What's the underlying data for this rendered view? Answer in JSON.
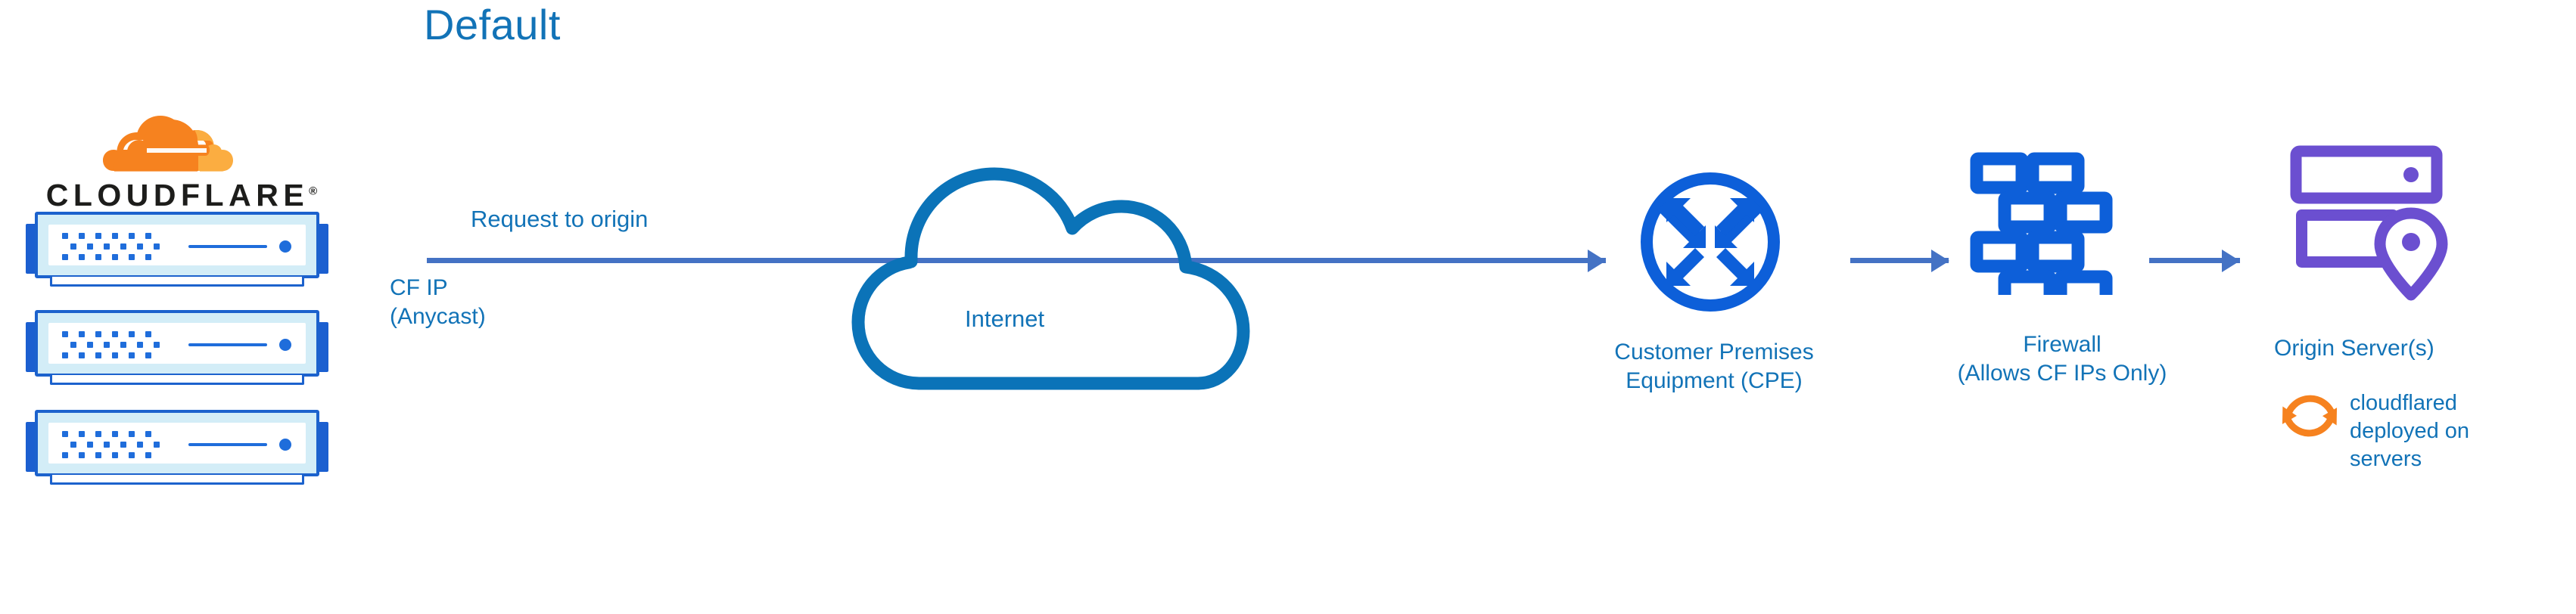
{
  "title": "Default",
  "colors": {
    "title_blue": "#1273b7",
    "label_blue": "#1273b7",
    "arrow_blue": "#4472c4",
    "cloud_blue": "#0b73b8",
    "router_blue": "#0d5fd9",
    "firewall_blue": "#0d5fd9",
    "origin_purple": "#6b4fd0",
    "cloudflare_orange": "#f6821f",
    "cloudflare_orange_light": "#fbad41",
    "rack_body": "#d3edf7",
    "rack_border": "#1c62cd",
    "background": "#ffffff"
  },
  "brand": {
    "wordmark": "CLOUDFLARE",
    "registered_mark": "®",
    "logo_icon": "cloudflare-cloud-logo"
  },
  "nodes": {
    "cf_edge": {
      "name": "cloudflare-edge-servers",
      "server_count": 3,
      "icon": "server-rack-icon"
    },
    "internet": {
      "label": "Internet",
      "icon": "cloud-icon"
    },
    "cpe": {
      "label": "Customer Premises\nEquipment (CPE)",
      "icon": "router-icon"
    },
    "firewall": {
      "label": "Firewall\n(Allows CF IPs Only)",
      "icon": "brick-wall-icon"
    },
    "origin": {
      "label": "Origin Server(s)",
      "icon": "server-stack-location-pin-icon"
    }
  },
  "annotations": {
    "request_to_origin": "Request to origin",
    "cf_ip": "CF IP\n(Anycast)",
    "cloudflared": "cloudflared\ndeployed on\nservers",
    "cloudflared_icon": "sync-refresh-icon"
  },
  "flow": [
    {
      "name": "arrow-edge-to-cpe",
      "from": "cf_edge",
      "to": "cpe",
      "through": "internet"
    },
    {
      "name": "arrow-cpe-to-firewall",
      "from": "cpe",
      "to": "firewall"
    },
    {
      "name": "arrow-firewall-to-origin",
      "from": "firewall",
      "to": "origin"
    }
  ]
}
